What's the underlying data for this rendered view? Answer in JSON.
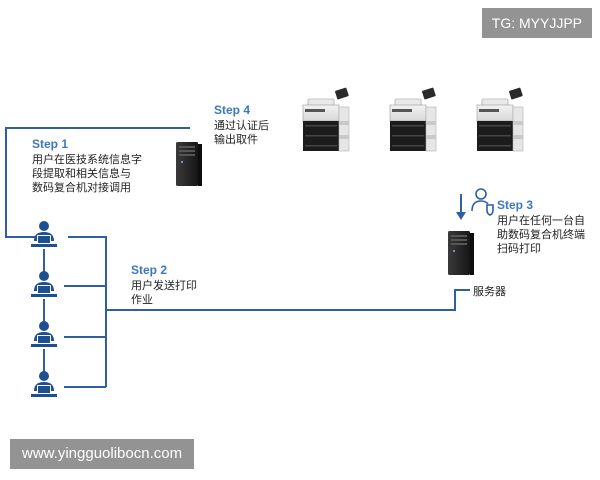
{
  "watermark_top": "TG: MYYJJPP",
  "watermark_bottom": "www.yingguolibocn.com",
  "colors": {
    "line": "#2f5f9e",
    "step_title": "#3a78c2",
    "text": "#222222",
    "icon": "#1d4f91"
  },
  "step1": {
    "title": "Step 1",
    "lines": [
      "用户在医技系统信息字",
      "段提取和相关信息与",
      "数码复合机对接调用"
    ]
  },
  "step2": {
    "title": "Step 2",
    "lines": [
      "用户发送打印",
      "作业"
    ]
  },
  "step3": {
    "title": "Step 3",
    "lines": [
      "用户在任何一台自",
      "助数码复合机终端",
      "扫码打印"
    ]
  },
  "step4": {
    "title": "Step 4",
    "lines": [
      "通过认证后",
      "输出取件"
    ]
  },
  "server_label": "服务器",
  "nodes": {
    "users": [
      "user-workstation-icon",
      "user-workstation-icon",
      "user-workstation-icon",
      "user-workstation-icon"
    ],
    "printers": [
      "multifunction-printer-icon",
      "multifunction-printer-icon",
      "multifunction-printer-icon"
    ],
    "servers": [
      "tower-server-icon",
      "tower-server-icon"
    ],
    "auth_icon": "user-shield-icon"
  }
}
